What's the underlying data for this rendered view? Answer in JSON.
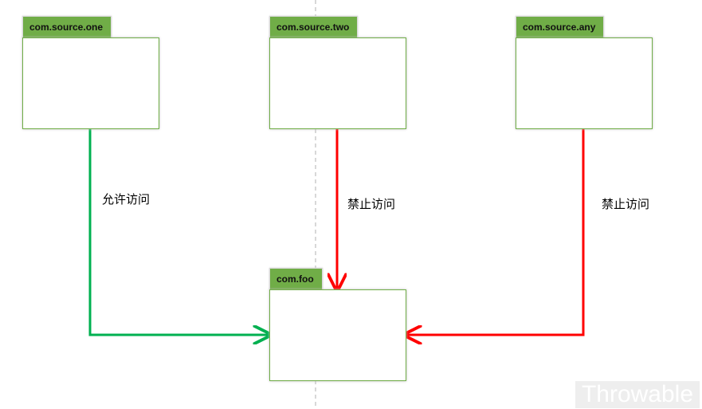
{
  "packages": {
    "source_one": "com.source.one",
    "source_two": "com.source.two",
    "source_any": "com.source.any",
    "foo": "com.foo"
  },
  "edges": {
    "allow": "允许访问",
    "deny_two": "禁止访问",
    "deny_any": "禁止访问"
  },
  "colors": {
    "package_tab": "#70ad47",
    "allow_arrow": "#00b050",
    "deny_arrow": "#ff0000"
  },
  "watermark": "Throwable"
}
